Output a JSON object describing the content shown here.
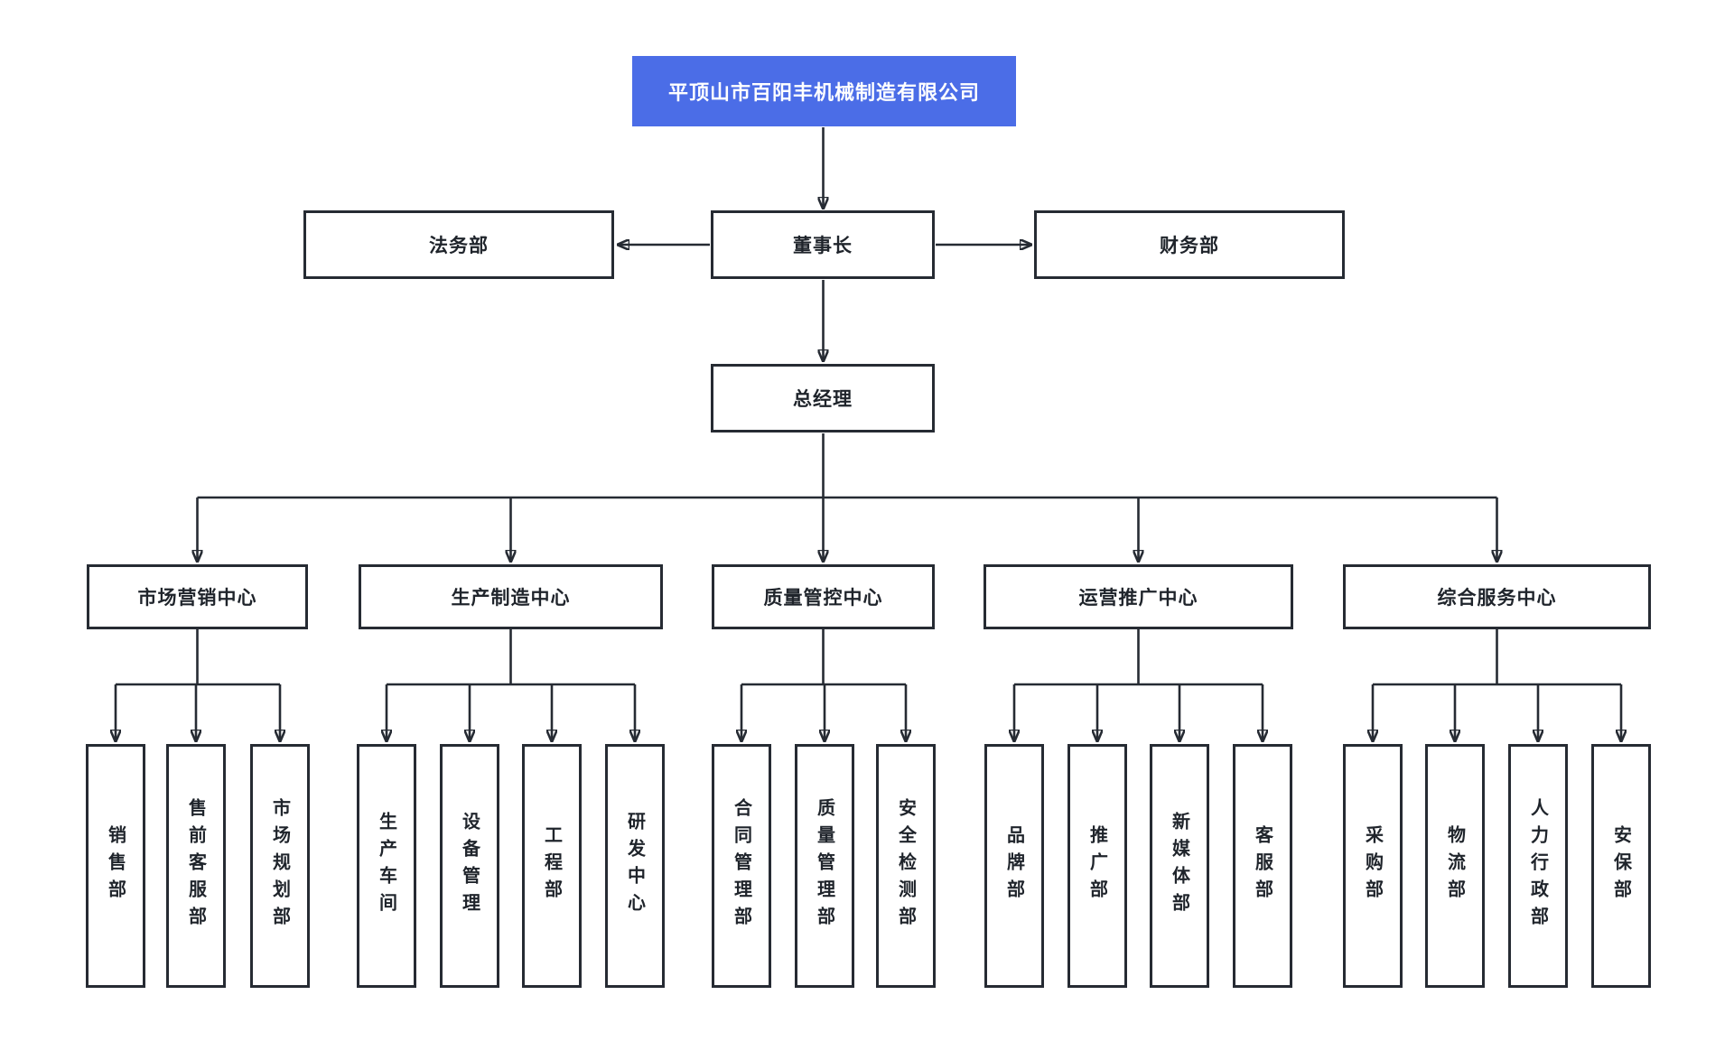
{
  "colors": {
    "root_bg": "#4b6de7",
    "root_text": "#ffffff",
    "box_bg": "#ffffff",
    "box_border": "#262b33",
    "line": "#262b33",
    "box_text": "#1f242b",
    "page_bg": "#ffffff"
  },
  "org_chart": {
    "company": {
      "label": "平顶山市百阳丰机械制造有限公司"
    },
    "legal_dept": {
      "label": "法务部"
    },
    "chairman": {
      "label": "董事长"
    },
    "finance_dept": {
      "label": "财务部"
    },
    "general_manager": {
      "label": "总经理"
    },
    "centers": [
      {
        "label": "市场营销中心",
        "departments": [
          {
            "label": "销售部"
          },
          {
            "label": "售前客服部"
          },
          {
            "label": "市场规划部"
          }
        ]
      },
      {
        "label": "生产制造中心",
        "departments": [
          {
            "label": "生产车间"
          },
          {
            "label": "设备管理"
          },
          {
            "label": "工程部"
          },
          {
            "label": "研发中心"
          }
        ]
      },
      {
        "label": "质量管控中心",
        "departments": [
          {
            "label": "合同管理部"
          },
          {
            "label": "质量管理部"
          },
          {
            "label": "安全检测部"
          }
        ]
      },
      {
        "label": "运营推广中心",
        "departments": [
          {
            "label": "品牌部"
          },
          {
            "label": "推广部"
          },
          {
            "label": "新媒体部"
          },
          {
            "label": "客服部"
          }
        ]
      },
      {
        "label": "综合服务中心",
        "departments": [
          {
            "label": "采购部"
          },
          {
            "label": "物流部"
          },
          {
            "label": "人力行政部"
          },
          {
            "label": "安保部"
          }
        ]
      }
    ]
  }
}
